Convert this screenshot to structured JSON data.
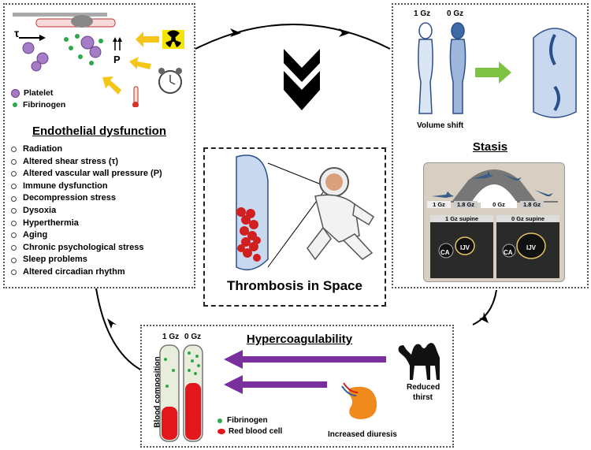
{
  "endothelial": {
    "title": "Endothelial dysfunction",
    "legend_platelet": "Platelet",
    "legend_fibrinogen": "Fibrinogen",
    "tau_label": "τ",
    "p_label": "P",
    "items": [
      "Radiation",
      "Altered shear stress (τ)",
      "Altered vascular wall pressure (P)",
      "Immune dysfunction",
      "Decompression stress",
      "Dysoxia",
      "Hyperthermia",
      "Aging",
      "Chronic psychological stress",
      "Sleep problems",
      "Altered circadian rhythm"
    ]
  },
  "stasis": {
    "title": "Stasis",
    "gz1": "1 Gz",
    "gz0": "0 Gz",
    "volume_shift": "Volume shift",
    "bar_labels": [
      "1 Gz",
      "1.8 Gz",
      "0 Gz",
      "1.8 Gz"
    ],
    "us_left": "1 Gz supine",
    "us_right": "0 Gz supine",
    "ca": "CA",
    "ijv": "IJV"
  },
  "center": {
    "title": "Thrombosis in Space"
  },
  "hyper": {
    "title": "Hypercoagulability",
    "gz1": "1 Gz",
    "gz0": "0 Gz",
    "blood_composition": "Blood composition",
    "fibrinogen": "Fibrinogen",
    "rbc": "Red blood cell",
    "reduced": "Reduced",
    "thirst": "thirst",
    "diuresis": "Increased  diuresis"
  },
  "colors": {
    "arrow_yellow": "#f5c518",
    "arrow_purple": "#7a2f9e",
    "arrow_green": "#7dc242",
    "rbc": "#e3161c",
    "fibrinogen": "#2ea84a",
    "platelet": "#a77cc6",
    "kidney": "#f08a1c"
  }
}
